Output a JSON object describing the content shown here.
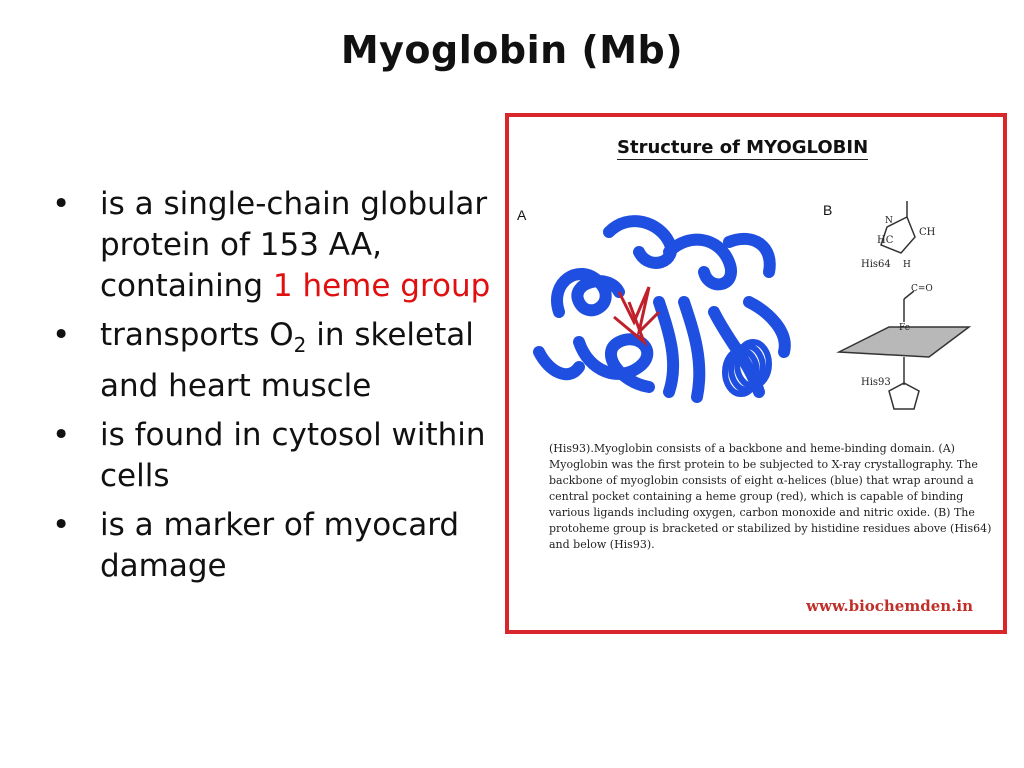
{
  "slide": {
    "title": "Myoglobin (Mb)",
    "bullets": [
      {
        "text_before": "is a single-chain globular protein of 153 AA, containing ",
        "highlight": "1 heme group",
        "highlight_color": "#e01010"
      },
      {
        "text": "transports O",
        "subscript": "2",
        "text_after": " in skeletal and heart muscle"
      },
      {
        "text": "is found in cytosol within cells"
      },
      {
        "text": "is a marker of myocard damage"
      }
    ],
    "bullet_glyph": "•"
  },
  "figure": {
    "title": "Structure of MYOGLOBIN",
    "panel_a_label": "A",
    "panel_b_label": "B",
    "chem_labels": {
      "his64": "His64",
      "his93": "His93",
      "hc": "HC",
      "ch": "CH",
      "n": "N",
      "h": "H",
      "fe": "Fe",
      "co": "C=O"
    },
    "caption": "(His93).Myoglobin consists of a backbone and heme-binding domain. (A) Myoglobin was the first protein to be subjected to X-ray crystallography. The backbone of myoglobin consists of eight α-helices (blue) that wrap around a central pocket containing a heme group (red), which is capable of binding various ligands including oxygen, carbon monoxide and nitric oxide. (B) The protoheme group is bracketed or stabilized by histidine residues above (His64) and below (His93).",
    "website": "www.biochemden.in",
    "colors": {
      "border": "#d8262a",
      "helix": "#1f4fe0",
      "heme": "#c0202a"
    }
  }
}
